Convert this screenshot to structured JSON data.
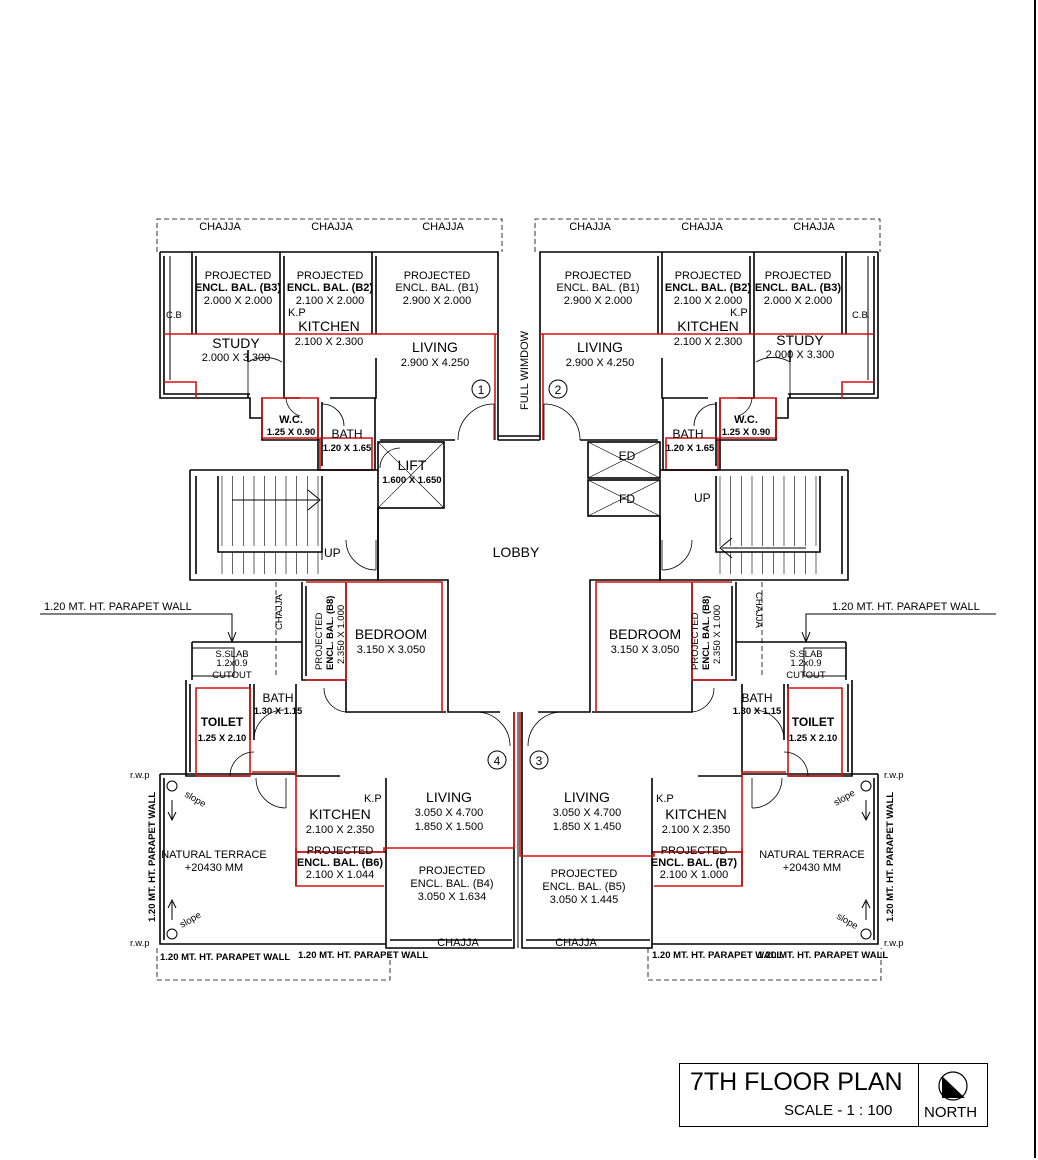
{
  "title": {
    "main": "7TH FLOOR PLAN",
    "scale": "SCALE - 1 : 100",
    "north": "NORTH"
  },
  "labels": {
    "chajja": "CHAJJA",
    "cb": "C.B",
    "kp": "K.P",
    "projected": "PROJECTED",
    "b3": "ENCL. BAL. (B3)",
    "b3_dim": "2.000 X 2.000",
    "b2": "ENCL. BAL. (B2)",
    "b2_dim": "2.100 X 2.000",
    "b1": "ENCL. BAL. (B1)",
    "b1_dim": "2.900 X 2.000",
    "study": "STUDY",
    "study_dim": "2.000 X 3.300",
    "kitchen": "KITCHEN",
    "kitchen_top_dim": "2.100 X 2.300",
    "living": "LIVING",
    "living_top_dim": "2.900 X 4.250",
    "wc": "W.C.",
    "wc_dim": "1.25 X 0.90",
    "bath": "BATH",
    "bath_top_dim": "1.20 X 1.65",
    "lift": "LIFT",
    "lift_dim": "1.600 X 1.650",
    "full_window": "FULL WIMDOW",
    "ed": "ED",
    "fd": "FD",
    "up": "UP",
    "lobby": "LOBBY",
    "bedroom": "BEDROOM",
    "bedroom_dim": "3.150 X 3.050",
    "b8": "ENCL. BAL. (B8)",
    "b8_dim": "2.350 X 1.000",
    "parapet_wall": "1.20 MT. HT. PARAPET WALL",
    "s_slab": "S.SLAB",
    "s_slab_dim": "1.2x0.9",
    "cutout": "CUTOUT",
    "bath_bot_dim": "1.30 X 1.15",
    "toilet": "TOILET",
    "toilet_dim": "1.25 X 2.10",
    "rwp": "r.w.p",
    "slope": "slope",
    "natural_terrace": "NATURAL TERRACE",
    "terrace_level": "+20430 MM",
    "kitchen_bot_dim": "2.100 X 2.350",
    "b6": "ENCL. BAL. (B6)",
    "b6_dim": "2.100 X 1.044",
    "b7": "ENCL. BAL. (B7)",
    "b7_dim": "2.100 X 1.000",
    "living_left_dim1": "3.050 X 4.700",
    "living_left_dim2": "1.850 X 1.500",
    "living_right_dim1": "3.050 X 4.700",
    "living_right_dim2": "1.850 X 1.450",
    "b4": "ENCL. BAL. (B4)",
    "b4_dim": "3.050 X 1.634",
    "b5": "ENCL. BAL. (B5)",
    "b5_dim": "3.050 X 1.445",
    "flat_1": "1",
    "flat_2": "2",
    "flat_3": "3",
    "flat_4": "4"
  }
}
